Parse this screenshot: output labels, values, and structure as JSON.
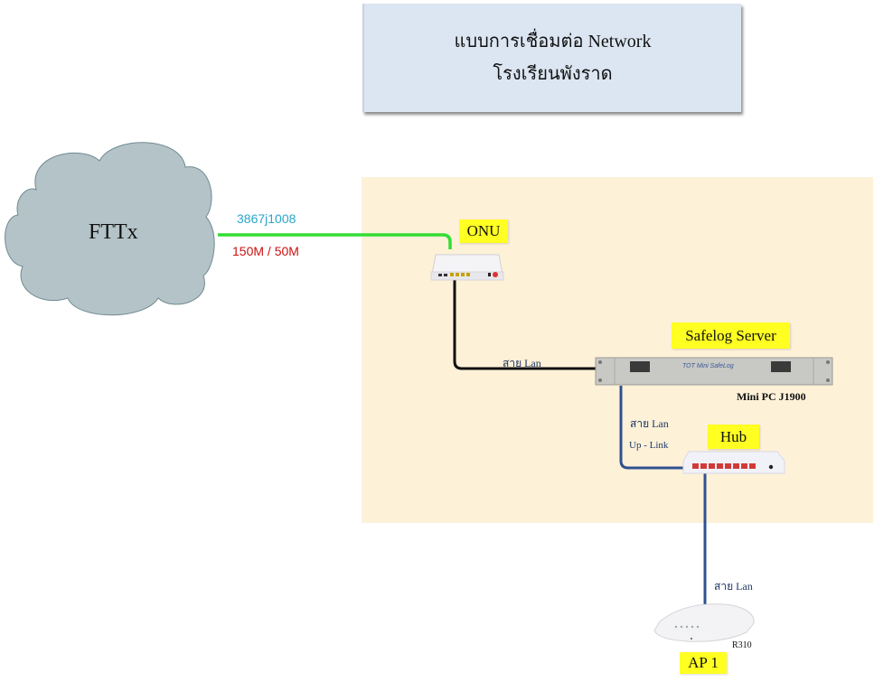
{
  "title": {
    "line1": "แบบการเชื่อมต่อ Network",
    "line2": "โรงเรียนพังราด"
  },
  "colors": {
    "title_bg": "#dce6f2",
    "zone_bg": "#fdf1d8",
    "cloud_fill": "#b3c3c7",
    "fiber": "#33dd33",
    "lan_black": "#111111",
    "lan_blue": "#2f528f",
    "label_highlight": "#ffff22",
    "circuit_id_color": "#2aa6c9",
    "speed_color": "#cc1111"
  },
  "nodes": {
    "cloud": {
      "label": "FTTx"
    },
    "onu": {
      "label": "ONU"
    },
    "server": {
      "label": "Safelog Server",
      "model": "Mini PC J1900",
      "brand_text": "TOT Mini SafeLog"
    },
    "hub": {
      "label": "Hub"
    },
    "ap": {
      "label": "AP 1",
      "model": "R310"
    }
  },
  "links": {
    "fiber": {
      "circuit_id": "3867j1008",
      "speed": "150M / 50M"
    },
    "onu_server": {
      "label": "สาย Lan"
    },
    "server_hub": {
      "label": "สาย Lan",
      "sublabel": "Up - Link"
    },
    "hub_ap": {
      "label": "สาย Lan"
    }
  }
}
